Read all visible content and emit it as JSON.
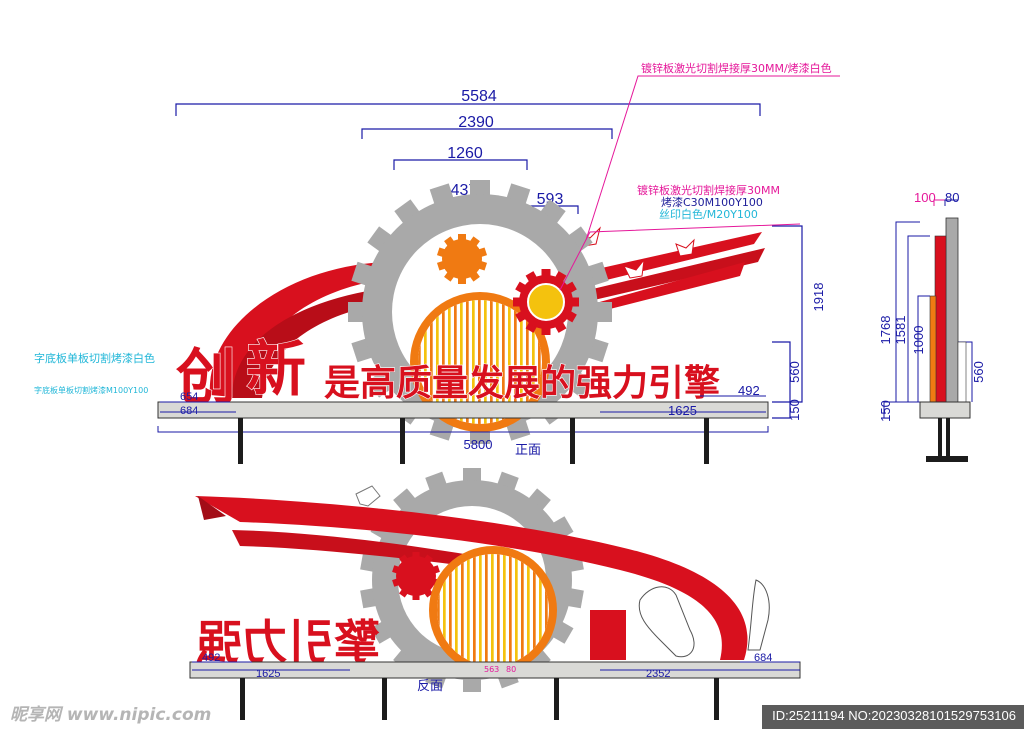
{
  "front": {
    "dims": {
      "total": "5584",
      "d2390": "2390",
      "d1260": "1260",
      "d437": "437",
      "d593": "593",
      "height": "1918",
      "h560": "560",
      "h150": "150",
      "base_total": "5800",
      "left_654": "654",
      "left_684": "684",
      "right_492": "492",
      "right_1625": "1625"
    },
    "view_label": "正面",
    "char_chuang": "创",
    "char_xin": "新",
    "slogan": "是高质量发展的强力引擎"
  },
  "notes": {
    "top": "镀锌板激光切割焊接厚30MM/烤漆白色",
    "mid_1": "镀锌板激光切割焊接厚30MM",
    "mid_2": "烤漆C30M100Y100",
    "mid_3": "丝印白色/M20Y100",
    "left_1": "字底板单板切割烤漆白色",
    "left_2": "字底板单板切割烤漆M100Y100"
  },
  "side": {
    "w100": "100",
    "w80": "80",
    "h1768": "1768",
    "h1581": "1581",
    "h1000": "1000",
    "h560": "560",
    "h150": "150"
  },
  "back": {
    "view_label": "反面",
    "left_492": "492",
    "left_1625": "1625",
    "right_2352": "2352",
    "right_684": "684",
    "c_563": "563",
    "c_80": "80",
    "mirror_text": "擎引力强"
  },
  "watermark": {
    "site": "昵享网 www.nipic.com",
    "id_text": "ID:25211194 NO:20230328101529753106"
  },
  "colors": {
    "red": "#d8101e",
    "dark_red": "#a30d17",
    "gray": "#a9a9a9",
    "orange": "#f07a12",
    "yellow": "#f4c20e",
    "dim_blue": "#1a1aa6",
    "magenta": "#e5189a",
    "cyan": "#22b7d8"
  }
}
